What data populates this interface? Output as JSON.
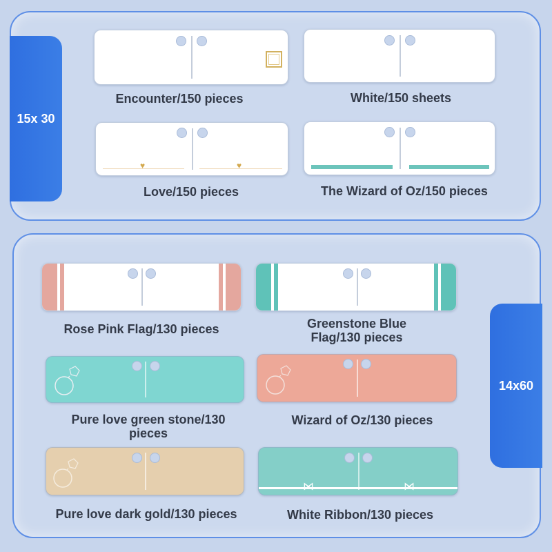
{
  "sections": {
    "top": {
      "size_label": "15x 30",
      "items": [
        {
          "label": "Encounter/150 pieces",
          "color": "#ffffff"
        },
        {
          "label": "White/150 sheets",
          "color": "#ffffff"
        },
        {
          "label": "Love/150 pieces",
          "color": "#ffffff"
        },
        {
          "label": "The Wizard of Oz/150 pieces",
          "color": "#ffffff",
          "accent": "#6cc4bb"
        }
      ]
    },
    "bottom": {
      "size_label": "14x60",
      "items": [
        {
          "label": "Rose Pink Flag/130 pieces",
          "color": "#ffffff",
          "accent": "#e4a79e"
        },
        {
          "label": "Greenstone Blue Flag/130 pieces",
          "color": "#ffffff",
          "accent": "#5fc2b8"
        },
        {
          "label": "Pure love green stone/130 pieces",
          "color": "#7fd6d1"
        },
        {
          "label": "Wizard of Oz/130 pieces",
          "color": "#eda898"
        },
        {
          "label": "Pure love dark gold/130 pieces",
          "color": "#e5cfae"
        },
        {
          "label": "White Ribbon/130 pieces",
          "color": "#84cfc8"
        }
      ]
    }
  }
}
